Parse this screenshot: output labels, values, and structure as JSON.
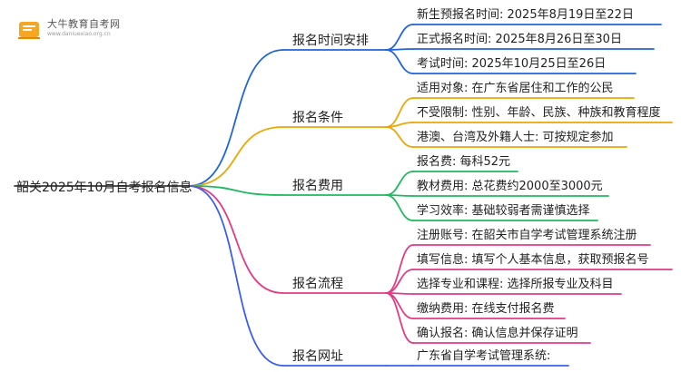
{
  "logo": {
    "title": "大牛教育自考网",
    "url": "www.daniuexiao.org.cn"
  },
  "root": "韶关2025年10月自考报名信息",
  "colors": {
    "time": "#2166d9",
    "cond": "#f0a500",
    "fee": "#1fb95f",
    "flow": "#e23b83",
    "site": "#3a5ff0"
  },
  "branches": [
    {
      "label": "报名时间安排",
      "items": [
        "新生预报名时间: 2025年8月19日至22日",
        "正式报名时间: 2025年8月26日至30日",
        "考试时间: 2025年10月25日至26日"
      ]
    },
    {
      "label": "报名条件",
      "items": [
        "适用对象: 在广东省居住和工作的公民",
        "不受限制: 性别、年龄、民族、种族和教育程度",
        "港澳、台湾及外籍人士: 可按规定参加"
      ]
    },
    {
      "label": "报名费用",
      "items": [
        "报名费: 每科52元",
        "教材费用: 总花费约2000至3000元",
        "学习效率: 基础较弱者需谨慎选择"
      ]
    },
    {
      "label": "报名流程",
      "items": [
        "注册账号: 在韶关市自学考试管理系统注册",
        "填写信息: 填写个人基本信息，获取预报名号",
        "选择专业和课程: 选择所报专业及科目",
        "缴纳费用: 在线支付报名费",
        "确认报名: 确认信息并保存证明"
      ]
    },
    {
      "label": "报名网址",
      "items": [
        "广东省自学考试管理系统:"
      ]
    }
  ]
}
